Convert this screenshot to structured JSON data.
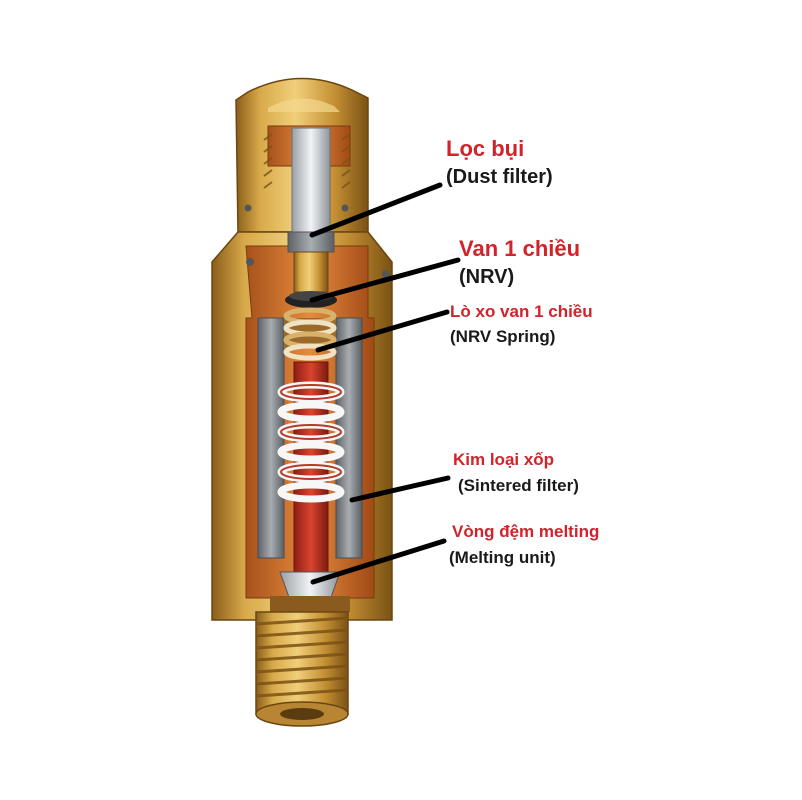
{
  "labels": {
    "dust_filter": {
      "vi": "Lọc bụi",
      "en": "(Dust filter)"
    },
    "nrv": {
      "vi": "Van 1 chiều",
      "en": "(NRV)"
    },
    "nrv_spring": {
      "vi": "Lò xo van 1 chiều",
      "en": "(NRV Spring)"
    },
    "sintered_filter": {
      "vi": "Kim loại xốp",
      "en": "(Sintered filter)"
    },
    "melting_unit": {
      "vi": "Vòng đệm melting",
      "en": "(Melting unit)"
    }
  },
  "colors": {
    "brass": "#c99a3c",
    "copper": "#d1772f",
    "steel_grey": "#8c9196",
    "spring_red": "#c0392b",
    "label_red": "#d2232a",
    "label_black": "#1a1a1a"
  }
}
